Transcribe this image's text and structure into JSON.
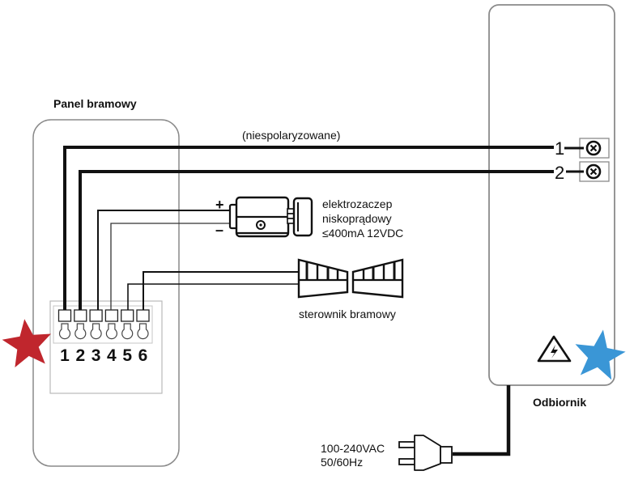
{
  "diagram": {
    "title": "Wiring diagram: gate panel to receiver",
    "gate_panel": {
      "label": "Panel bramowy",
      "terminals": [
        "1",
        "2",
        "3",
        "4",
        "5",
        "6"
      ],
      "marker": {
        "icon": "star-icon",
        "color": "#c0262d"
      }
    },
    "receiver": {
      "label": "Odbiornik",
      "terminals": [
        "1",
        "2"
      ],
      "warning_icon": "high-voltage-icon",
      "marker": {
        "icon": "star-icon",
        "color": "#3a96d6"
      }
    },
    "bus_wire_note": "(niespolaryzowane)",
    "lock": {
      "lines": [
        "elektrozaczep",
        "niskoprądowy",
        "≤400mA 12VDC"
      ],
      "plus": "+",
      "minus": "–"
    },
    "gate_controller": {
      "label": "sterownik bramowy"
    },
    "power": {
      "lines": [
        "100-240VAC",
        "50/60Hz"
      ],
      "icon": "power-plug-icon"
    },
    "connections": [
      {
        "from": "panel-1",
        "to": "receiver-1",
        "type": "bus"
      },
      {
        "from": "panel-2",
        "to": "receiver-2",
        "type": "bus"
      },
      {
        "from": "panel-3",
        "to": "lock-plus",
        "type": "signal"
      },
      {
        "from": "panel-4",
        "to": "lock-minus",
        "type": "signal"
      },
      {
        "from": "panel-5",
        "to": "gate-controller",
        "type": "signal"
      },
      {
        "from": "panel-6",
        "to": "gate-controller",
        "type": "signal"
      }
    ]
  }
}
